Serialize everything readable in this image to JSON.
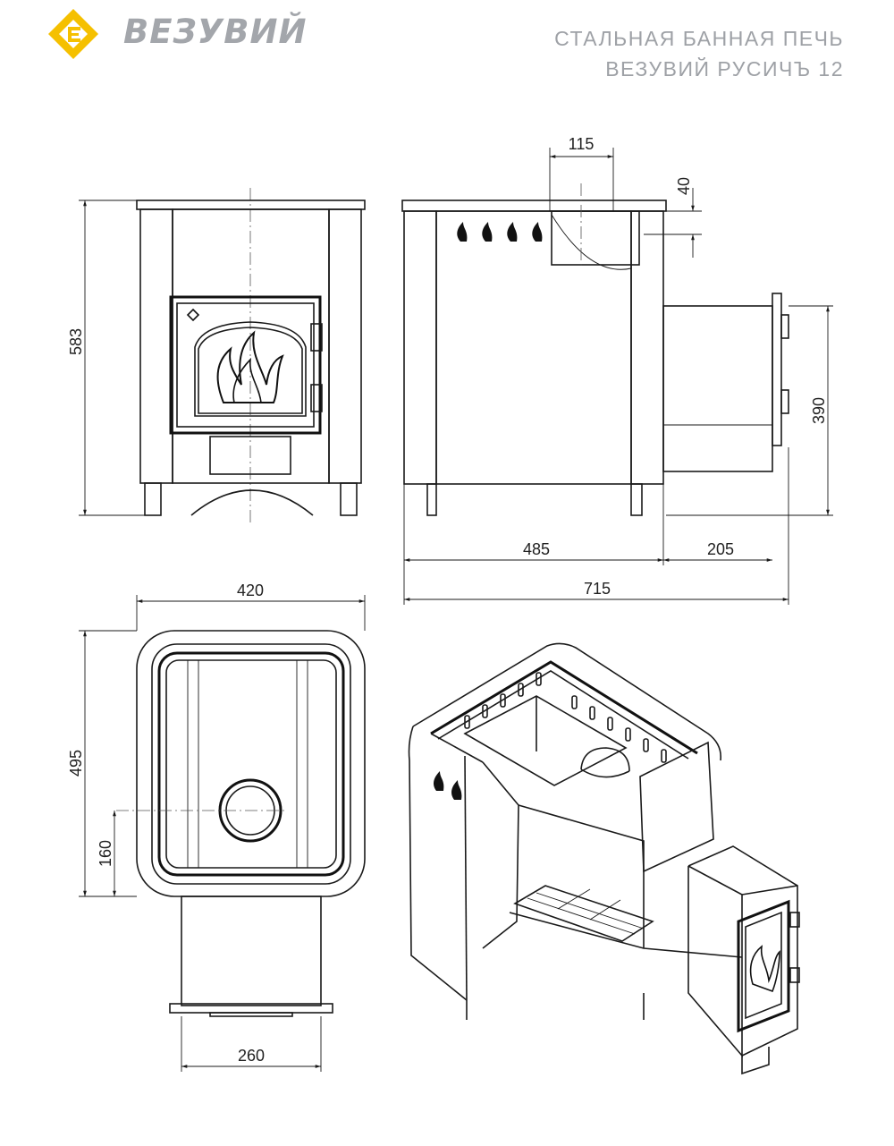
{
  "brand": {
    "name": "ВЕЗУВИЙ",
    "logo_color": "#f5c000",
    "text_color": "#a3a6ab"
  },
  "header": {
    "title_line1": "СТАЛЬНАЯ БАННАЯ ПЕЧЬ",
    "title_line2": "ВЕЗУВИЙ РУСИЧЪ 12"
  },
  "dimensions": {
    "front_height": "583",
    "chimney_width": "115",
    "chimney_offset": "40",
    "tunnel_height": "390",
    "body_depth": "485",
    "tunnel_length": "205",
    "total_depth": "715",
    "top_width": "420",
    "top_depth": "495",
    "chimney_center": "160",
    "tunnel_width": "260"
  }
}
